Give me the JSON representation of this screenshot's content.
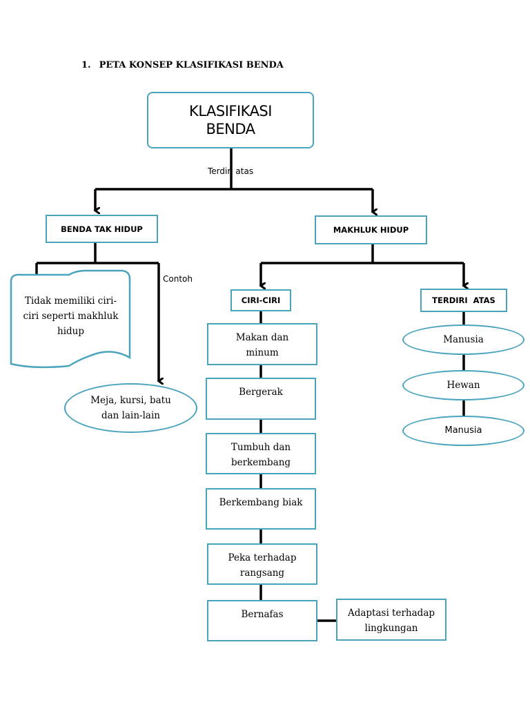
{
  "heading": {
    "number": "1.",
    "text": "PETA KONSEP KLASIFIKASI BENDA"
  },
  "root": {
    "line1": "KLASIFIKASI",
    "line2": "BENDA"
  },
  "connectors": {
    "root_label": "Terdiri atas",
    "contoh": "Contoh"
  },
  "left": {
    "title": "BENDA TAK HIDUP",
    "description": {
      "line1": "Tidak memiliki ciri-",
      "line2": "ciri seperti makhluk",
      "line3": "hidup"
    },
    "example": {
      "line1": "Meja, kursi, batu",
      "line2": "dan lain-lain"
    }
  },
  "right": {
    "title": "MAKHLUK HIDUP",
    "ciri": {
      "title": "CIRI-CIRI",
      "items": [
        {
          "line1": "Makan dan",
          "line2": "minum"
        },
        {
          "line1": "Bergerak",
          "line2": ""
        },
        {
          "line1": "Tumbuh dan",
          "line2": "berkembang"
        },
        {
          "line1": "Berkembang biak",
          "line2": ""
        },
        {
          "line1": "Peka terhadap",
          "line2": "rangsang"
        },
        {
          "line1": "Bernafas",
          "line2": ""
        }
      ],
      "side_item": {
        "line1": "Adaptasi terhadap",
        "line2": "lingkungan"
      }
    },
    "terdiri": {
      "title": "TERDIRI  ATAS",
      "items": [
        "Manusia",
        "Hewan",
        "Manusia"
      ]
    }
  },
  "colors": {
    "accent": "#4aa3bd",
    "line": "#000000"
  }
}
